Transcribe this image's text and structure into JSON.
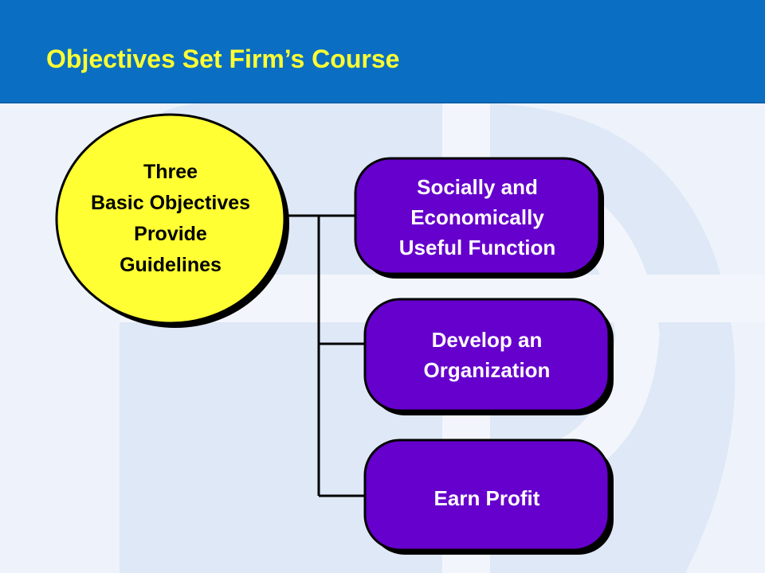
{
  "slide": {
    "title": "Objectives Set Firm’s Course"
  },
  "diagram": {
    "central": {
      "lines": [
        "Three",
        "Basic Objectives",
        "Provide",
        "Guidelines"
      ]
    },
    "objectives": [
      {
        "lines": [
          "Socially and",
          "Economically",
          "Useful Function"
        ]
      },
      {
        "lines": [
          "Develop an",
          "Organization"
        ]
      },
      {
        "lines": [
          "Earn Profit"
        ]
      }
    ]
  },
  "colors": {
    "header_bg": "#0a6fc2",
    "title_text": "#ffff33",
    "slide_bg": "#eef3fb",
    "watermark": "#dfe8f6",
    "central_fill": "#ffff33",
    "objective_fill": "#6600cc",
    "shadow": "#000000",
    "connector": "#000000"
  }
}
